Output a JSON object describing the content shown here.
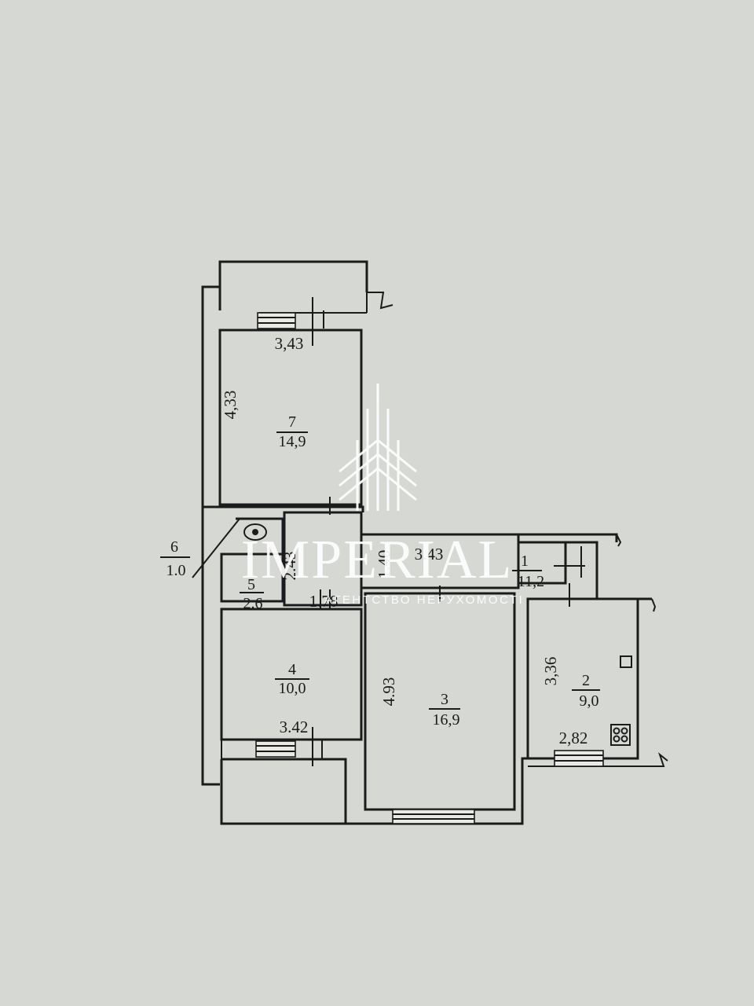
{
  "rooms": {
    "r7": {
      "number": "7",
      "area": "14,9",
      "width": "3,43",
      "length": "4,33"
    },
    "r6": {
      "number": "6",
      "area": "1.0"
    },
    "r5": {
      "number": "5",
      "area": "2.6",
      "length": "2.43"
    },
    "r4": {
      "number": "4",
      "area": "10,0",
      "width": "3.42"
    },
    "r3": {
      "number": "3",
      "area": "16,9",
      "length": "4.93"
    },
    "r1": {
      "number": "1",
      "area": "11,2"
    },
    "r2": {
      "number": "2",
      "area": "9,0",
      "width": "2,82",
      "length": "3,36"
    }
  },
  "dims": {
    "corridor_width": "1.40",
    "corridor_length": "3.43",
    "bath_width": "1.78"
  },
  "watermark": {
    "brand": "IMPERIAL",
    "subtitle": "АГЕНТСТВО НЕРУХОМОСТІ",
    "color": "#ffffff"
  },
  "colors": {
    "paper": "#d6d8d4",
    "ink": "#1b1b1b"
  }
}
